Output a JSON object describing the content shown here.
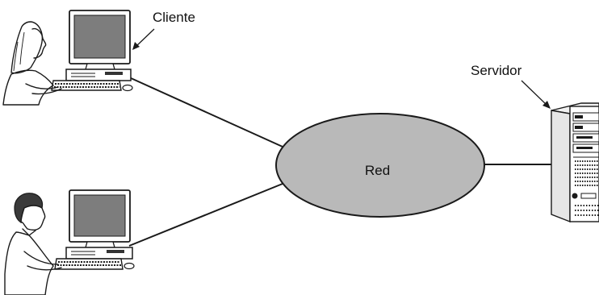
{
  "labels": {
    "client": "Cliente",
    "server": "Servidor",
    "network": "Red"
  },
  "nodes": [
    {
      "id": "client-top",
      "type": "client-workstation",
      "label_key": "client"
    },
    {
      "id": "client-bottom",
      "type": "client-workstation"
    },
    {
      "id": "network",
      "type": "network-cloud",
      "label_key": "network"
    },
    {
      "id": "server",
      "type": "server-tower",
      "label_key": "server"
    }
  ],
  "links": [
    {
      "from": "client-top",
      "to": "network"
    },
    {
      "from": "client-bottom",
      "to": "network"
    },
    {
      "from": "network",
      "to": "server"
    }
  ],
  "colors": {
    "network_fill": "#b9b9b9",
    "monitor_screen": "#7d7d7d",
    "server_body": "#e6e6e6",
    "ink": "#1a1a1a"
  },
  "icons": [
    "woman-user-icon",
    "man-user-icon",
    "desktop-computer-icon",
    "server-tower-icon"
  ]
}
